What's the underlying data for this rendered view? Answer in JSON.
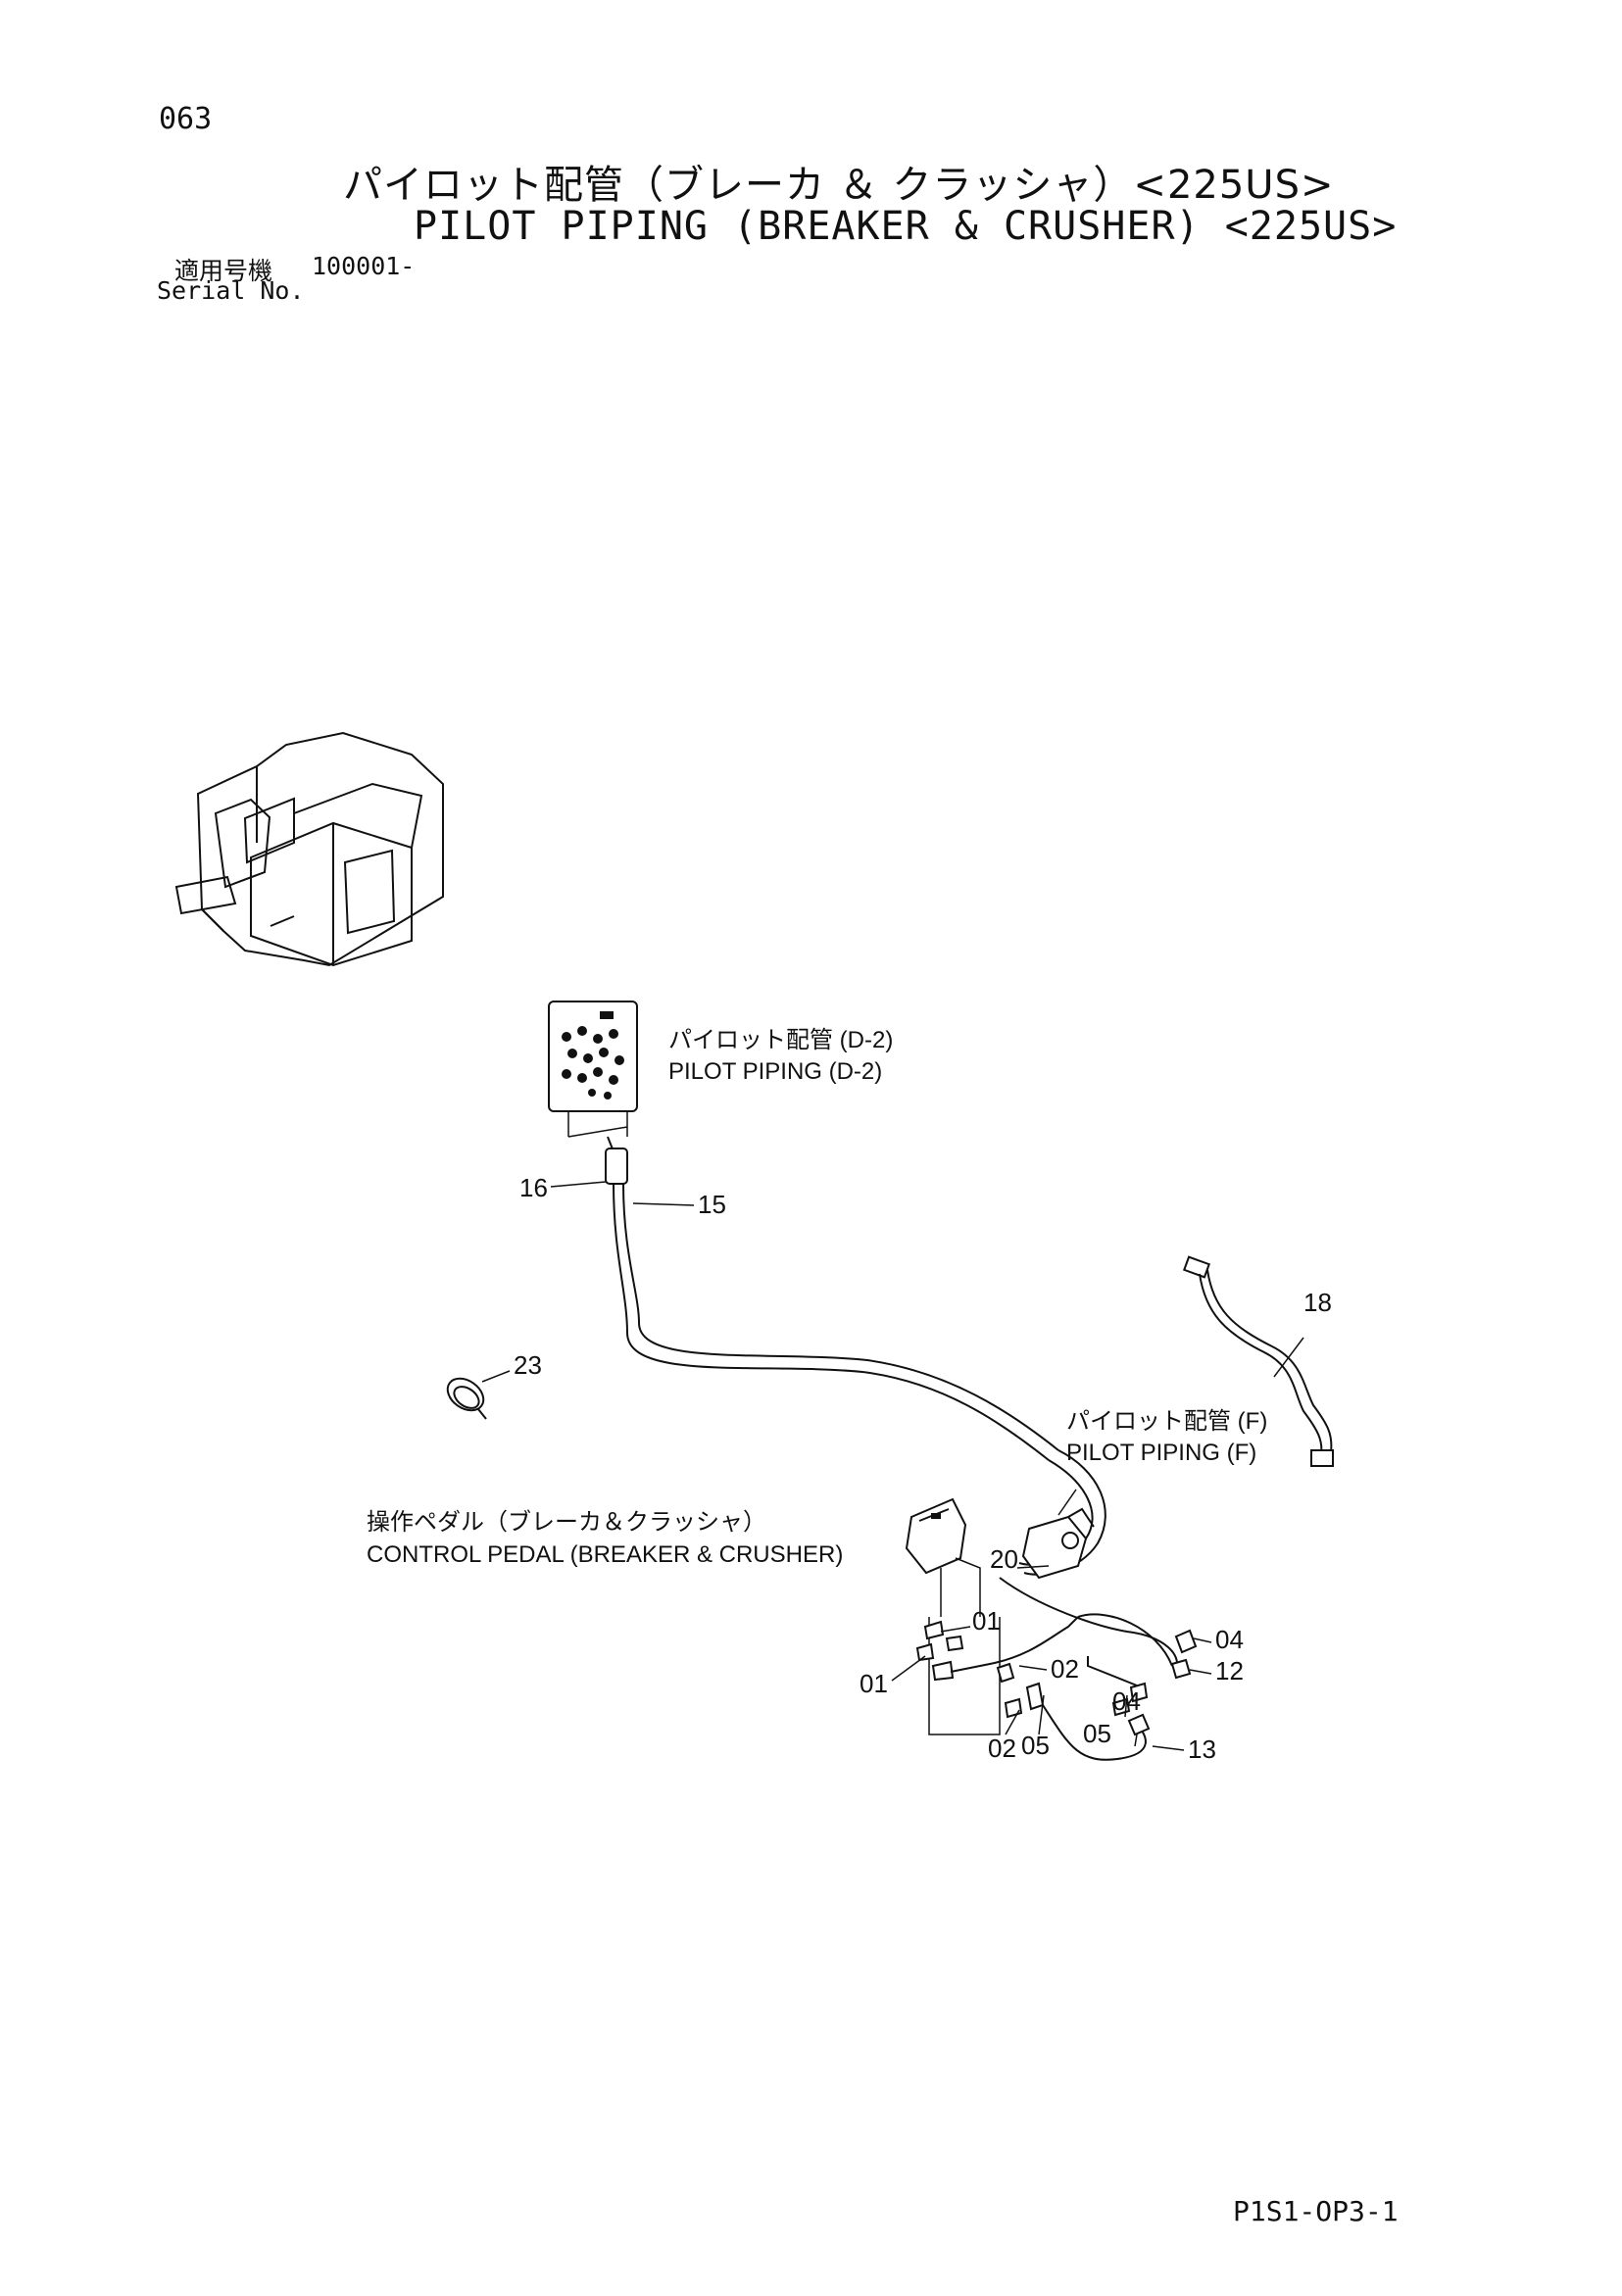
{
  "page": {
    "number": "063",
    "title_jp": "パイロット配管（ブレーカ ＆ クラッシャ）<225US>",
    "title_en": "PILOT PIPING (BREAKER & CRUSHER) <225US>",
    "serial_label_jp": "適用号機",
    "serial_value": "100001-",
    "serial_label_en": "Serial No.",
    "doc_code": "P1S1-OP3-1"
  },
  "callouts": {
    "pilot_d2_jp": "パイロット配管 (D-2)",
    "pilot_d2_en": "PILOT PIPING (D-2)",
    "pilot_f_jp": "パイロット配管 (F)",
    "pilot_f_en": "PILOT PIPING (F)",
    "pedal_jp": "操作ペダル（ブレーカ＆クラッシャ）",
    "pedal_en": "CONTROL PEDAL (BREAKER & CRUSHER)"
  },
  "part_numbers": {
    "p16": "16",
    "p15": "15",
    "p18": "18",
    "p23": "23",
    "p20": "20",
    "p01a": "01",
    "p01b": "01",
    "p02a": "02",
    "p02b": "02",
    "p04a": "04",
    "p04b": "04",
    "p05a": "05",
    "p05b": "05",
    "p12": "12",
    "p13": "13"
  }
}
